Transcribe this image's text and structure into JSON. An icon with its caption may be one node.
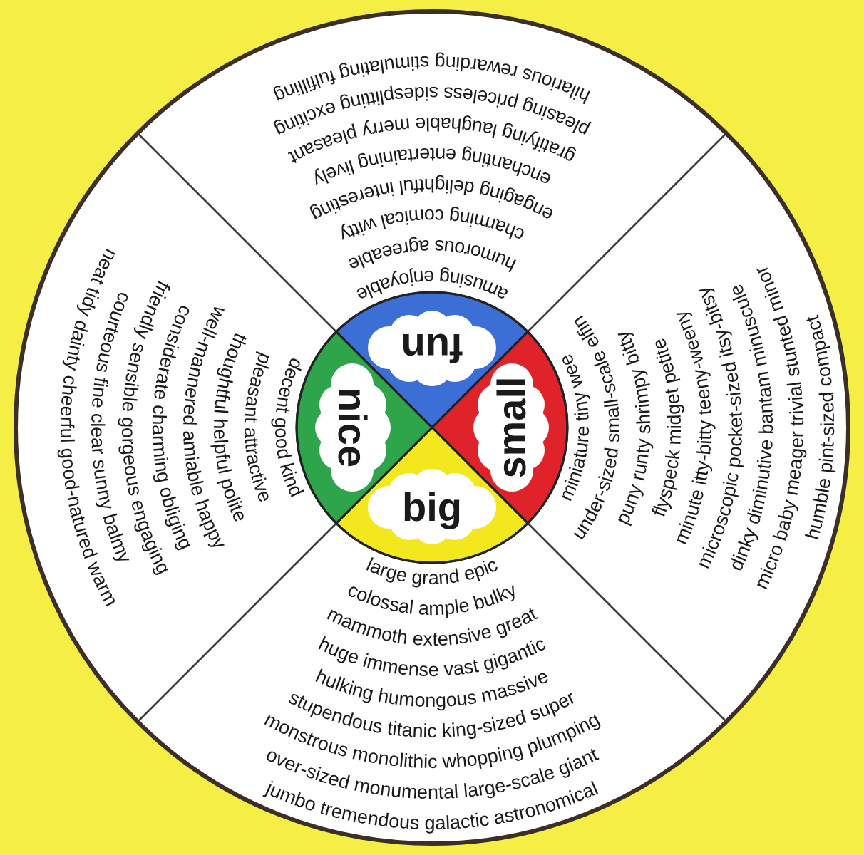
{
  "diagram": {
    "nodes": [
      {
        "text": [
          "fun"
        ]
      },
      {
        "text": [
          "amusing enjoyable",
          "humorous agreeable",
          "charming comical witty",
          "engaging delightful interesting",
          "enchanting entertaining lively",
          "gratifying laughable merry pleasant",
          "pleasing priceless sidesplitting exciting",
          "hilarious rewarding stimulating fulfilling"
        ]
      },
      {
        "text": [
          "small"
        ]
      },
      {
        "text": [
          "miniature tiny wee",
          "under-sized small-scale elfin",
          "puny runty shrimpy bitty",
          "flyspeck midget petite",
          "minute itty-bitty teeny-weeny",
          "microscopic pocket-sized itsy-bitsy",
          "dinky diminutive bantam minuscule",
          "micro baby meager trivial stunted minor",
          "humble pint-sized compact"
        ]
      },
      {
        "text": [
          "big"
        ]
      },
      {
        "text": [
          "large grand epic",
          "colossal ample bulky",
          "mammoth extensive great",
          "huge immense vast gigantic",
          "hulking humongous massive",
          "stupendous titanic king-sized super",
          "monstrous monolithic whopping plumping",
          "over-sized monumental large-scale giant",
          "jumbo tremendous galactic astronomical"
        ]
      },
      {
        "text": [
          "nice"
        ]
      },
      {
        "text": [
          "decent good kind",
          "pleasant attractive",
          "thoughtful helpful polite",
          "well-mannered amiable happy",
          "considerate charming obliging",
          "friendly sensible gorgeous engaging",
          "courteous fine clear sunny balmy",
          "neat tidy dainty cheerful good-natured warm"
        ]
      }
    ]
  }
}
